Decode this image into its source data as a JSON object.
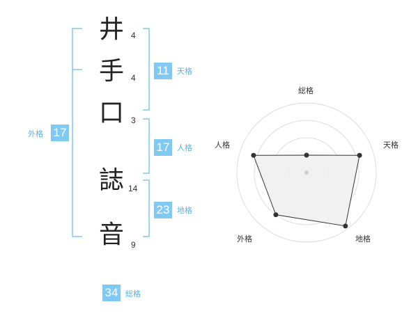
{
  "name": {
    "characters": [
      {
        "char": "井",
        "strokes": "4"
      },
      {
        "char": "手",
        "strokes": "4"
      },
      {
        "char": "口",
        "strokes": "3"
      },
      {
        "char": "誌",
        "strokes": "14"
      },
      {
        "char": "音",
        "strokes": "9"
      }
    ]
  },
  "kakusu": {
    "tenkaku": {
      "value": "11",
      "label": "天格"
    },
    "jinkaku": {
      "value": "17",
      "label": "人格"
    },
    "chikaku": {
      "value": "23",
      "label": "地格"
    },
    "gaikaku": {
      "value": "17",
      "label": "外格"
    },
    "soukaku": {
      "value": "34",
      "label": "総格"
    }
  },
  "chart_data": {
    "type": "radar",
    "axes": [
      "総格",
      "天格",
      "地格",
      "外格",
      "人格"
    ],
    "values": [
      0.25,
      0.8,
      0.95,
      0.75,
      0.8
    ],
    "max": 1,
    "rings": 4
  },
  "colors": {
    "accent": "#7fc9f2",
    "accent_text": "#54b4e8",
    "bracket": "#7fc9f2",
    "radar_fill": "#efefef",
    "radar_line": "#333333",
    "ring": "#dddddd"
  }
}
